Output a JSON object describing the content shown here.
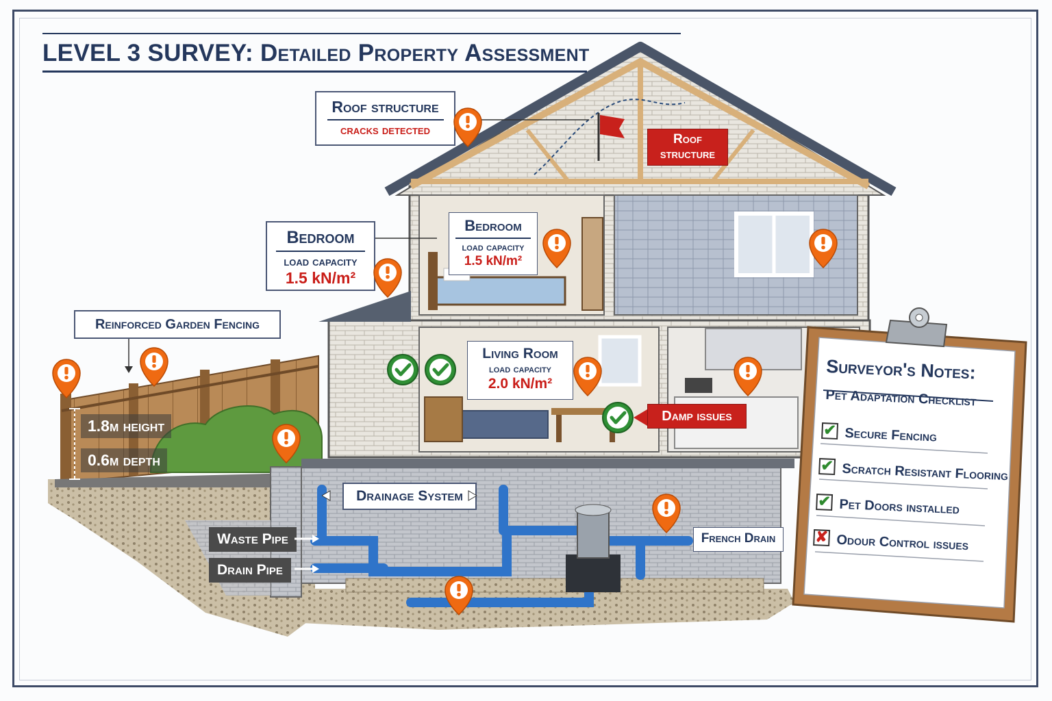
{
  "title": "LEVEL 3 SURVEY: Detailed Property Assessment",
  "callouts": {
    "roof": {
      "heading": "Roof structure",
      "status": "cracks detected"
    },
    "roof_tag": {
      "line1": "Roof",
      "line2": "structure"
    },
    "bedroom_outer": {
      "heading": "Bedroom",
      "label": "load capacity",
      "value": "1.5 kN/m²"
    },
    "bedroom_inner": {
      "heading": "Bedroom",
      "label": "load capacity",
      "value": "1.5 kN/m²"
    },
    "living_room": {
      "heading": "Living Room",
      "label": "load capacity",
      "value": "2.0 kN/m²"
    },
    "damp": {
      "label": "Damp issues"
    },
    "fencing": {
      "label": "Reinforced Garden Fencing"
    },
    "fence_height": "1.8m height",
    "fence_depth": "0.6m depth",
    "drainage": {
      "label": "Drainage System"
    },
    "waste_pipe": "Waste Pipe",
    "drain_pipe": "Drain Pipe",
    "french_drain": "French Drain"
  },
  "clipboard": {
    "title": "Surveyor's Notes:",
    "subtitle": "Pet Adaptation Checklist",
    "items": [
      {
        "label": "Secure Fencing",
        "mark": "✔",
        "status": "ok"
      },
      {
        "label": "Scratch Resistant Flooring",
        "mark": "✔",
        "status": "ok"
      },
      {
        "label": "Pet Doors installed",
        "mark": "✔",
        "status": "ok"
      },
      {
        "label": "Odour Control issues",
        "mark": "✘",
        "status": "bad"
      }
    ]
  },
  "colors": {
    "navy": "#24375c",
    "alert_orange": "#ef6a12",
    "check_green": "#2f8f35",
    "tag_red": "#c8211c",
    "pipe_blue": "#2f74c9"
  },
  "icons": {
    "warning": "warning-pin-icon",
    "check": "check-circle-icon",
    "flag": "red-flag-icon"
  }
}
